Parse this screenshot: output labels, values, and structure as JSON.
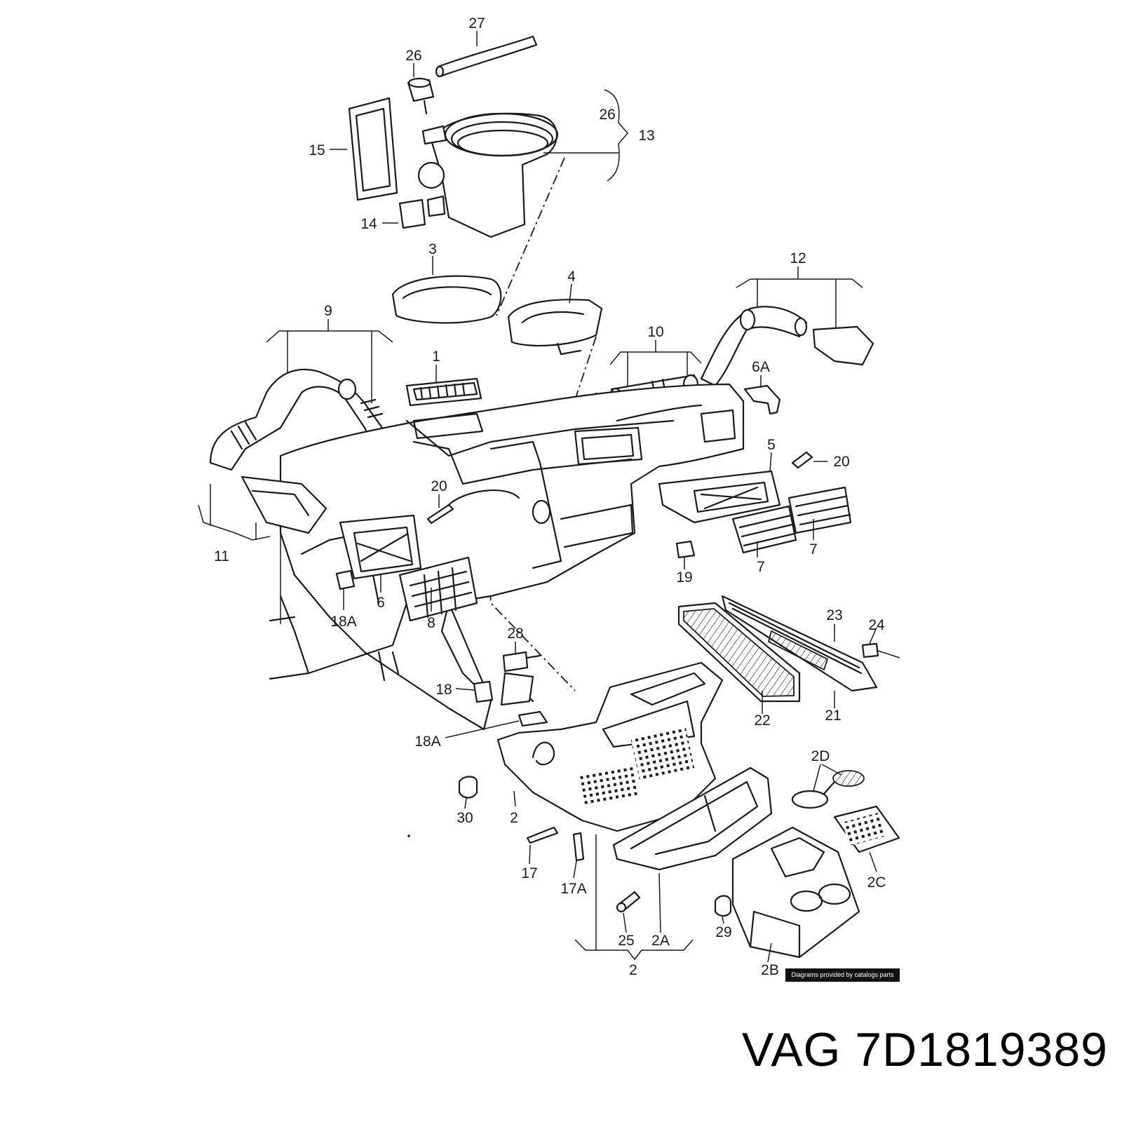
{
  "callouts": {
    "c27": "27",
    "c26a": "26",
    "c26b": "26",
    "c13": "13",
    "c15": "15",
    "c14": "14",
    "c3": "3",
    "c4": "4",
    "c12": "12",
    "c9": "9",
    "c10": "10",
    "c1": "1",
    "c6A": "6A",
    "c5": "5",
    "c20a": "20",
    "c20b": "20",
    "c11": "11",
    "c7a": "7",
    "c7b": "7",
    "c19": "19",
    "c18Aa": "18A",
    "c6": "6",
    "c8": "8",
    "c28": "28",
    "c23": "23",
    "c24": "24",
    "c18": "18",
    "c22": "22",
    "c21": "21",
    "c18Ab": "18A",
    "c2D": "2D",
    "c30": "30",
    "c2a": "2",
    "c17": "17",
    "c17A": "17A",
    "c2C": "2C",
    "c25": "25",
    "c2A": "2A",
    "c29": "29",
    "c2b": "2",
    "c2B": "2B"
  },
  "banner_text": "Diagrams provided by catalogs parts",
  "part_number": "VAG 7D1819389"
}
